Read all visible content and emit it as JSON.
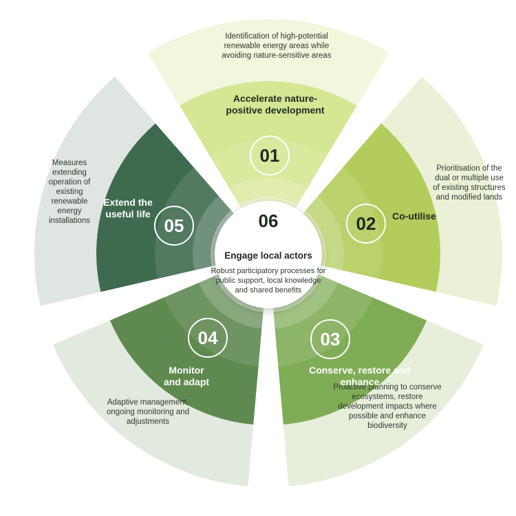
{
  "steps": [
    {
      "number": "01",
      "title": "Accelerate nature-positive development",
      "description": "Identification of high-potential renewable energy areas while avoiding nature-sensitive areas",
      "color": "#d5e793",
      "outer_color": "#f1f6dd"
    },
    {
      "number": "02",
      "title": "Co-utilise",
      "description": "Prioritisation of the dual or multiple use of existing structures and modified lands",
      "color": "#b3cc5c",
      "outer_color": "#ebf1d6"
    },
    {
      "number": "03",
      "title": "Conserve, restore and enhance",
      "description": "Proactive planning to conserve ecosystems, restore development impacts where possible and enhance biodiversity",
      "color": "#7fad56",
      "outer_color": "#e7efdc"
    },
    {
      "number": "04",
      "title": "Monitor and adapt",
      "description": "Adaptive management, ongoing monitoring and adjustments",
      "color": "#5e8a50",
      "outer_color": "#e2e9de"
    },
    {
      "number": "05",
      "title": "Extend the useful life",
      "description": "Measures extending operation of existing renewable energy installations",
      "color": "#3e6b4e",
      "outer_color": "#dfe5e1"
    }
  ],
  "center": {
    "number": "06",
    "title": "Engage local actors",
    "description": "Robust participatory processes for public support, local knowledge and shared benefits"
  }
}
